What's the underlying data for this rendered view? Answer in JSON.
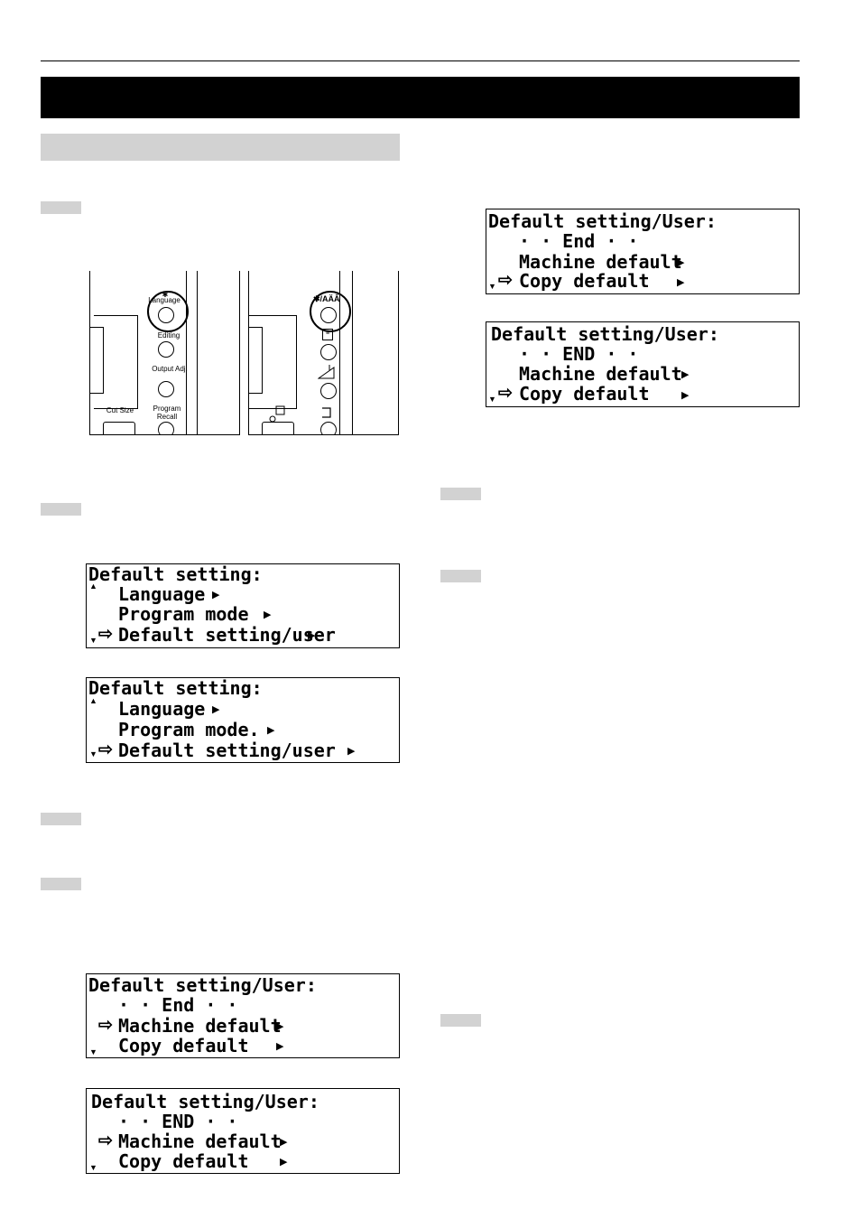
{
  "panels": {
    "left": {
      "language": "Language",
      "editing": "Editing",
      "output_adj": "Output Adj.",
      "cut_size": "Cut Size",
      "program_recall": "Program Recall"
    },
    "right": {
      "language_key": "✱/AÄÂ"
    }
  },
  "lcd_default_a": {
    "line1": "Default setting:",
    "line2": "Language",
    "line3": "Program mode",
    "line4": "Default setting/user"
  },
  "lcd_default_b": {
    "line1": "Default setting:",
    "line2": "Language",
    "line3": "Program mode.",
    "line4": "Default setting/user"
  },
  "lcd_user_a": {
    "line1": "Default setting/User:",
    "line2": "· · End · ·",
    "line3": "Machine default",
    "line4": "Copy default"
  },
  "lcd_user_b": {
    "line1": "Default setting/User:",
    "line2": "· · END · ·",
    "line3": "Machine default",
    "line4": "Copy default"
  },
  "lcd_user_c": {
    "line1": "Default setting/User:",
    "line2": "· · End · ·",
    "line3": "Machine default",
    "line4": "Copy default"
  },
  "lcd_user_d": {
    "line1": "Default setting/User:",
    "line2": "· · END · ·",
    "line3": "Machine default",
    "line4": "Copy default"
  }
}
